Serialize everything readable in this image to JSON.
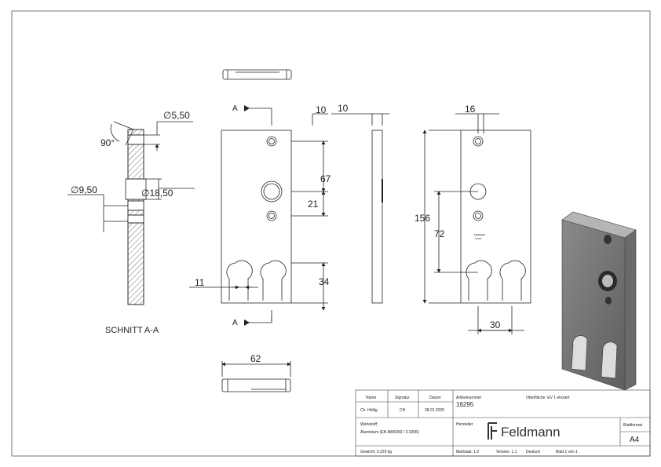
{
  "views": {
    "section_label": "SCHNITT A-A",
    "cut_mark": "A",
    "angle": "90°",
    "dim_hole_small": "∅5,50",
    "dim_counterbore": "∅18,50",
    "dim_center_hole": "∅9,50",
    "dim_10a": "10",
    "dim_67": "67",
    "dim_21": "21",
    "dim_11": "11",
    "dim_34": "34",
    "dim_10b": "10",
    "dim_16": "16",
    "dim_156": "156",
    "dim_72": "72",
    "dim_30": "30",
    "dim_62": "62",
    "engrave_line1": "Feldmann",
    "engrave_line2": "16295"
  },
  "title_block": {
    "name_hdr": "Name",
    "signatur_hdr": "Signatur",
    "datum_hdr": "Datum",
    "name_val": "Ch. Höllig",
    "signatur_val": "CH",
    "datum_val": "28.01.2025",
    "artikel_hdr": "Artikelnummer",
    "artikel_val": "16295",
    "oberflaeche": "Oberfläche:  EV 1 eloxiert",
    "werkstoff_hdr": "Werkstoff:",
    "werkstoff_val": "Aluminium (EN AW6060 / 3.3206)",
    "hersteller_hdr": "Hersteller",
    "logo_text": "Feldmann",
    "blattformat_hdr": "Blattformat",
    "blattformat_val": "A4",
    "gewicht": "Gewicht: 0.229 kg",
    "massstab": "Maßstab: 1:2",
    "version": "Version: 1.1",
    "sprache": "Deutsch",
    "blatt": "Blatt 1 von 1"
  }
}
